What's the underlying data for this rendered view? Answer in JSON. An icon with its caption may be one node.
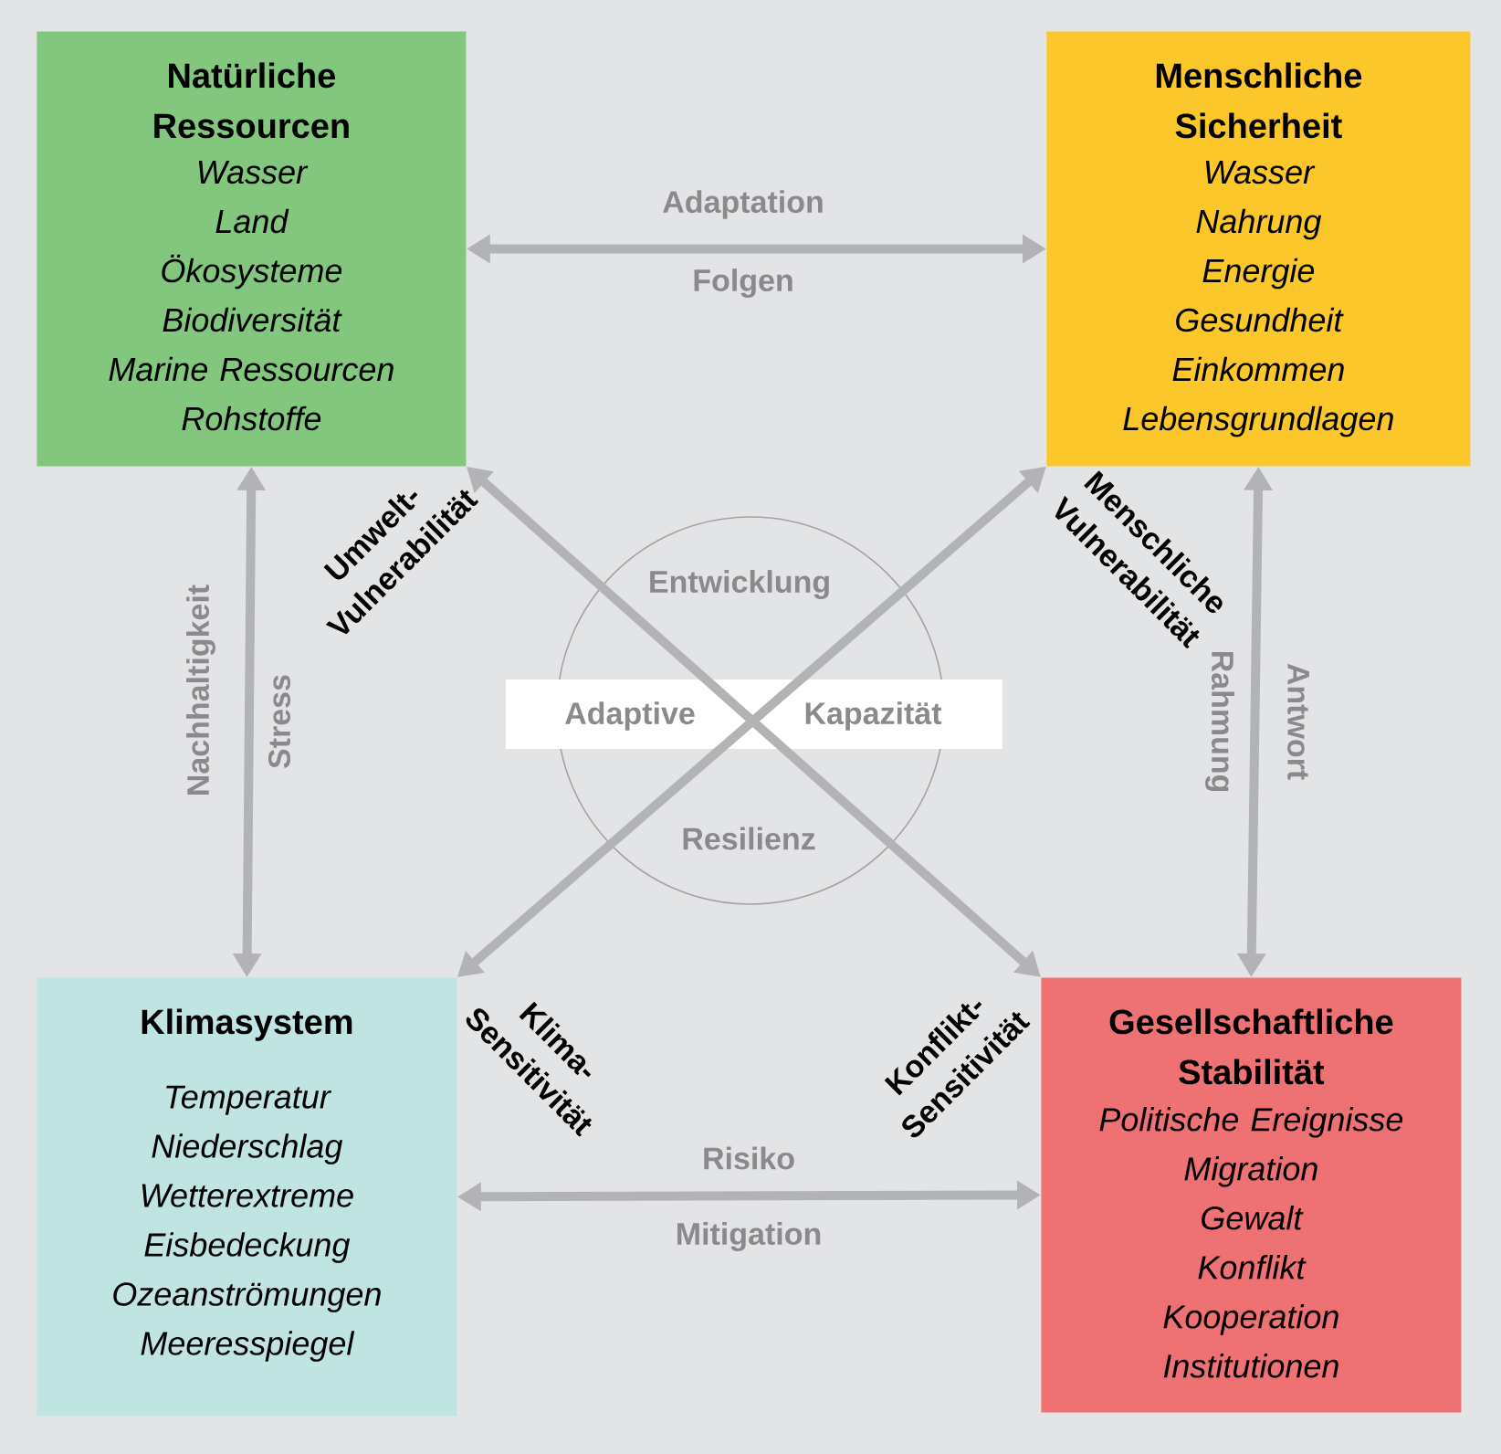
{
  "diagram": {
    "nodes": [
      {
        "text": [
          "Natürliche Ressourcen",
          "Wasser",
          "Land",
          "Ökosysteme",
          "Biodiversität",
          "Marine Ressourcen",
          "Rohstoffe"
        ]
      },
      {
        "text": [
          "Menschliche Sicherheit",
          "Wasser",
          "Nahrung",
          "Energie",
          "Gesundheit",
          "Einkommen",
          "Lebensgrundlagen"
        ]
      },
      {
        "text": [
          "Klimasystem",
          "Temperatur",
          "Niederschlag",
          "Wetterextreme",
          "Eisbedeckung",
          "Ozeanströmungen",
          "Meeresspiegel"
        ]
      },
      {
        "text": [
          "Gesellschaftliche Stabilität",
          "Politische Ereignisse",
          "Migration",
          "Gewalt",
          "Konflikt",
          "Kooperation",
          "Institutionen"
        ]
      }
    ],
    "edges": [
      {
        "from": 0,
        "to": 1,
        "arrow": "both",
        "label": "Adaptation"
      },
      {
        "from": 0,
        "to": 2,
        "arrow": "both",
        "label": "Nachhaltigkeit"
      },
      {
        "from": 1,
        "to": 3,
        "arrow": "both",
        "label": "Rahmung"
      },
      {
        "from": 2,
        "to": 3,
        "arrow": "both",
        "label": "Risiko"
      },
      {
        "from": 0,
        "to": 3,
        "arrow": "both"
      },
      {
        "from": 2,
        "to": 1,
        "arrow": "both"
      }
    ],
    "labels": [
      "Folgen",
      "Stress",
      "Antwort",
      "Mitigation",
      "Umwelt- Vulnerabilität",
      "Menschliche Vulnerabilität",
      "Klima- Sensitivität",
      "Konflikt- Sensitivität",
      "Entwicklung",
      "Resilienz",
      "Adaptive",
      "Kapazität"
    ]
  }
}
